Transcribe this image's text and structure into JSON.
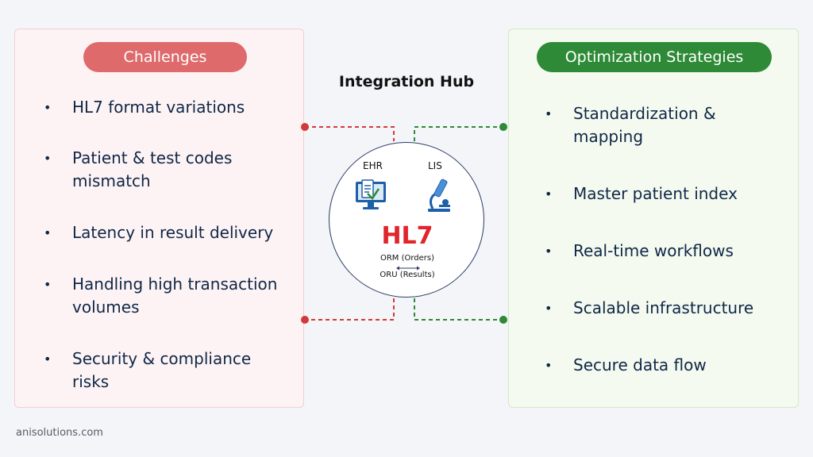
{
  "hub": {
    "title": "Integration Hub",
    "ehr_label": "EHR",
    "lis_label": "LIS",
    "protocol": "HL7",
    "orm_label": "ORM (Orders)",
    "oru_label": "ORU (Results)"
  },
  "challenges": {
    "title": "Challenges",
    "items": [
      {
        "line1": "HL7 format variations",
        "line2": ""
      },
      {
        "line1": "Patient & test codes",
        "line2": "mismatch"
      },
      {
        "line1": "Latency in result delivery",
        "line2": ""
      },
      {
        "line1": "Handling high transaction",
        "line2": "volumes"
      },
      {
        "line1": "Security & compliance",
        "line2": "risks"
      }
    ]
  },
  "strategies": {
    "title": "Optimization Strategies",
    "items": [
      {
        "line1": "Standardization &",
        "line2": "mapping"
      },
      {
        "line1": "Master patient index",
        "line2": ""
      },
      {
        "line1": "Real-time workflows",
        "line2": ""
      },
      {
        "line1": "Scalable infrastructure",
        "line2": ""
      },
      {
        "line1": "Secure data flow",
        "line2": ""
      }
    ]
  },
  "colors": {
    "challenge_accent": "#de6a6c",
    "strategy_accent": "#2e8a36",
    "connector_red": "#d23a3a",
    "connector_green": "#2e8a36",
    "hl7_red": "#e0262d"
  },
  "icons": {
    "ehr": "ehr-monitor-icon",
    "lis": "microscope-icon"
  },
  "footer": {
    "brand": "anisolutions.com"
  }
}
